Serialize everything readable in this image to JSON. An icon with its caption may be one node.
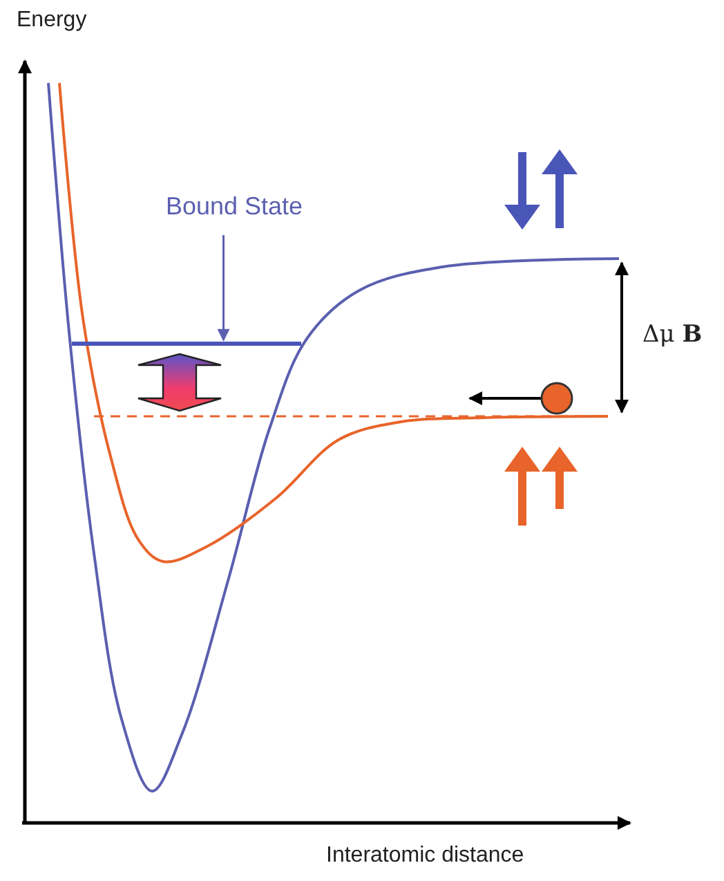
{
  "diagram": {
    "nodes": [
      {
        "text": [
          "Bound State"
        ]
      },
      {
        "text": [],
        "shape": "bar"
      }
    ],
    "edges": [
      {
        "from": 0,
        "to": 1,
        "arrow": "to"
      }
    ],
    "labels": [
      "Energy",
      "Δμ **B**",
      "Interatomic distance"
    ]
  }
}
